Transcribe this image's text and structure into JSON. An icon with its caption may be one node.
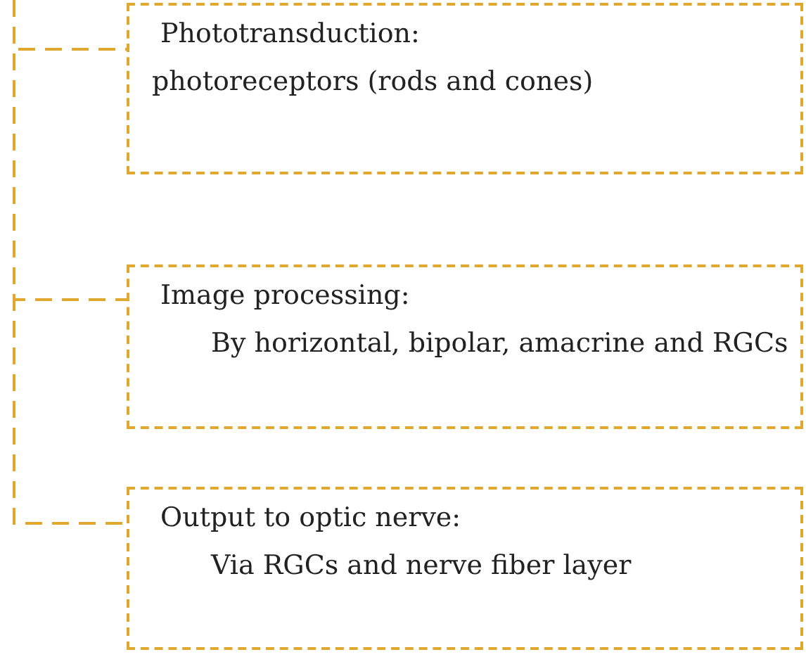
{
  "diagram": {
    "nodes": [
      {
        "text": [
          "Phototransduction:",
          "photoreceptors (rods and cones)"
        ]
      },
      {
        "text": [
          "Image processing:",
          "By horizontal, bipolar, amacrine and RGCs"
        ]
      },
      {
        "text": [
          "Output to optic nerve:",
          "Via RGCs and nerve fiber layer"
        ]
      }
    ],
    "edges": [
      {
        "from": null,
        "to": 0,
        "arrow": "none",
        "style": "dashed"
      },
      {
        "from": null,
        "to": 1,
        "arrow": "none",
        "style": "dashed"
      },
      {
        "from": null,
        "to": 2,
        "arrow": "none",
        "style": "dashed"
      }
    ]
  }
}
